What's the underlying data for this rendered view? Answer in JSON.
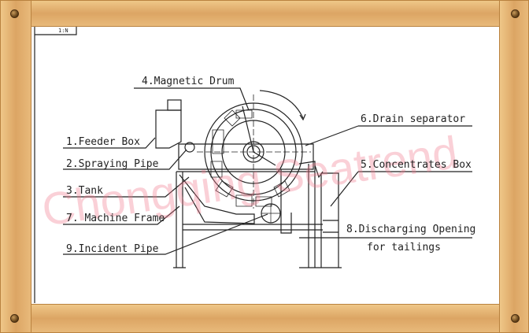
{
  "labels": {
    "feeder_box": "1.Feeder Box",
    "spraying_pipe": "2.Spraying Pipe",
    "tank": "3.Tank",
    "magnetic_drum": "4.Magnetic Drum",
    "concentrates_box": "5.Concentrates Box",
    "drain_separator": "6.Drain separator",
    "machine_frame": "7. Machine Frame",
    "discharging_opening_1": "8.Discharging Opening",
    "discharging_opening_2": "for tailings",
    "incident_pipe": "9.Incident Pipe"
  },
  "watermark": "Chongqing Seatrend",
  "title_block": "1:N",
  "colors": {
    "wood": "#dca564",
    "watermark": "#f0788c",
    "line": "#222222"
  }
}
